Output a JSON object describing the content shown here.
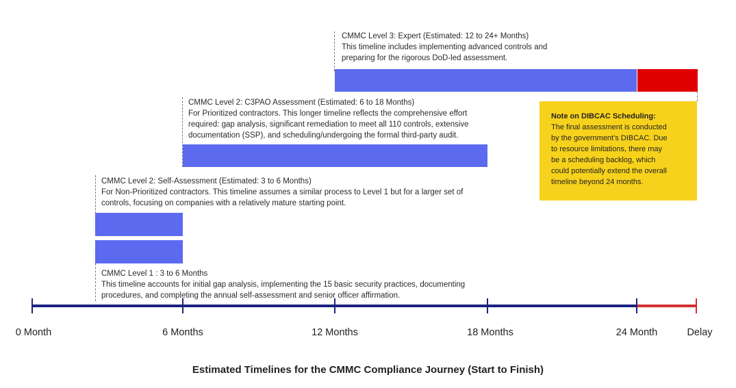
{
  "levels": {
    "l3": {
      "title": "CMMC Level 3: Expert (Estimated: 12 to 24+ Months)",
      "desc": [
        "This timeline includes implementing advanced controls and",
        "preparing for the rigorous DoD-led assessment."
      ]
    },
    "l2c": {
      "title": "CMMC Level 2: C3PAO Assessment (Estimated: 6 to 18 Months)",
      "desc": [
        "For Prioritized contractors. This longer timeline reflects the comprehensive effort",
        "required: gap analysis, significant remediation to meet all 110 controls, extensive",
        "documentation (SSP), and scheduling/undergoing the formal third-party audit."
      ]
    },
    "l2s": {
      "title": "CMMC Level 2: Self-Assessment (Estimated: 3 to 6 Months)",
      "desc": [
        "For Non-Prioritized contractors. This timeline assumes a similar process to Level 1 but for a larger set of",
        "controls, focusing on companies with a relatively mature starting point."
      ]
    },
    "l1": {
      "title": "CMMC Level 1 : 3 to 6 Months",
      "desc": [
        "This timeline accounts for initial gap analysis, implementing the 15 basic security practices, documenting",
        "procedures, and completing the annual self-assessment and senior officer affirmation."
      ]
    }
  },
  "note": {
    "title": "Note on DIBCAC Scheduling:",
    "lines": [
      "The final assessment is conducted",
      "by the government's DIBCAC. Due",
      "to resource limitations, there may",
      "be a scheduling backlog, which",
      "could potentially extend the overall",
      "timeline beyond 24 months."
    ]
  },
  "axis": {
    "labels": [
      "0 Month",
      "6 Months",
      "12 Months",
      "18 Months",
      "24 Month",
      "Delay"
    ]
  },
  "caption": "Estimated Timelines for the CMMC Compliance Journey (Start to Finish)",
  "colors": {
    "bar": "#5b6aef",
    "delay": "#e00000",
    "note": "#f7d21c",
    "axis": "#1a237e",
    "axis_delay": "#d32f2f"
  }
}
